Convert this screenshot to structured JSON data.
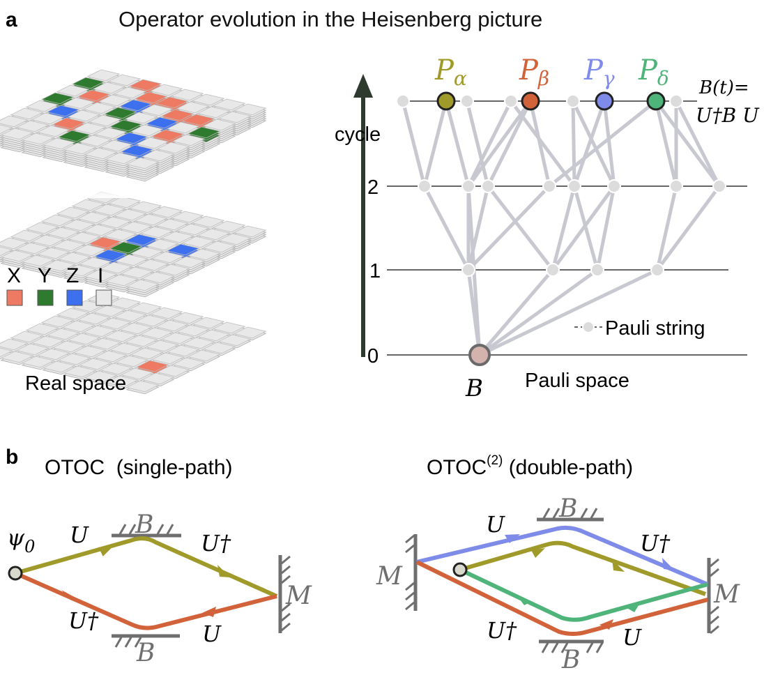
{
  "panel_a": {
    "label": "a",
    "title": "Operator evolution in the Heisenberg picture",
    "legend": [
      {
        "key": "X",
        "color": "#ee7a63"
      },
      {
        "key": "Y",
        "color": "#2e7a2e"
      },
      {
        "key": "Z",
        "color": "#3d70ee"
      },
      {
        "key": "I",
        "color": "#e8e8e8"
      }
    ],
    "real_space_label": "Real space",
    "pauli_space_label": "Pauli space",
    "axis": {
      "label": "cycle",
      "ticks": [
        "0",
        "1",
        "2"
      ]
    },
    "pauli_legend": "Pauli string",
    "operator_B": "B",
    "evolved_line1": "B(t)=",
    "evolved_line2": "U†B U",
    "highlights": [
      {
        "label": "Pα",
        "color": "#a09a2a"
      },
      {
        "label": "Pβ",
        "color": "#d1623a"
      },
      {
        "label": "Pγ",
        "color": "#7f8be8"
      },
      {
        "label": "Pδ",
        "color": "#4fb47a"
      }
    ]
  },
  "panel_b": {
    "label": "b",
    "left_title": "OTOC  (single-path)",
    "right_title_main": "OTOC",
    "right_title_sup": "(2)",
    "right_title_rest": " (double-path)",
    "psi": "ψ",
    "psi_sub": "0",
    "U": "U",
    "U_dag": "U†",
    "B": "B",
    "M": "M",
    "colors": {
      "olive": "#a09a2a",
      "orange": "#d1623a",
      "blue": "#7f8be8",
      "green": "#4fb47a",
      "mirror": "#6f6f6f"
    }
  }
}
